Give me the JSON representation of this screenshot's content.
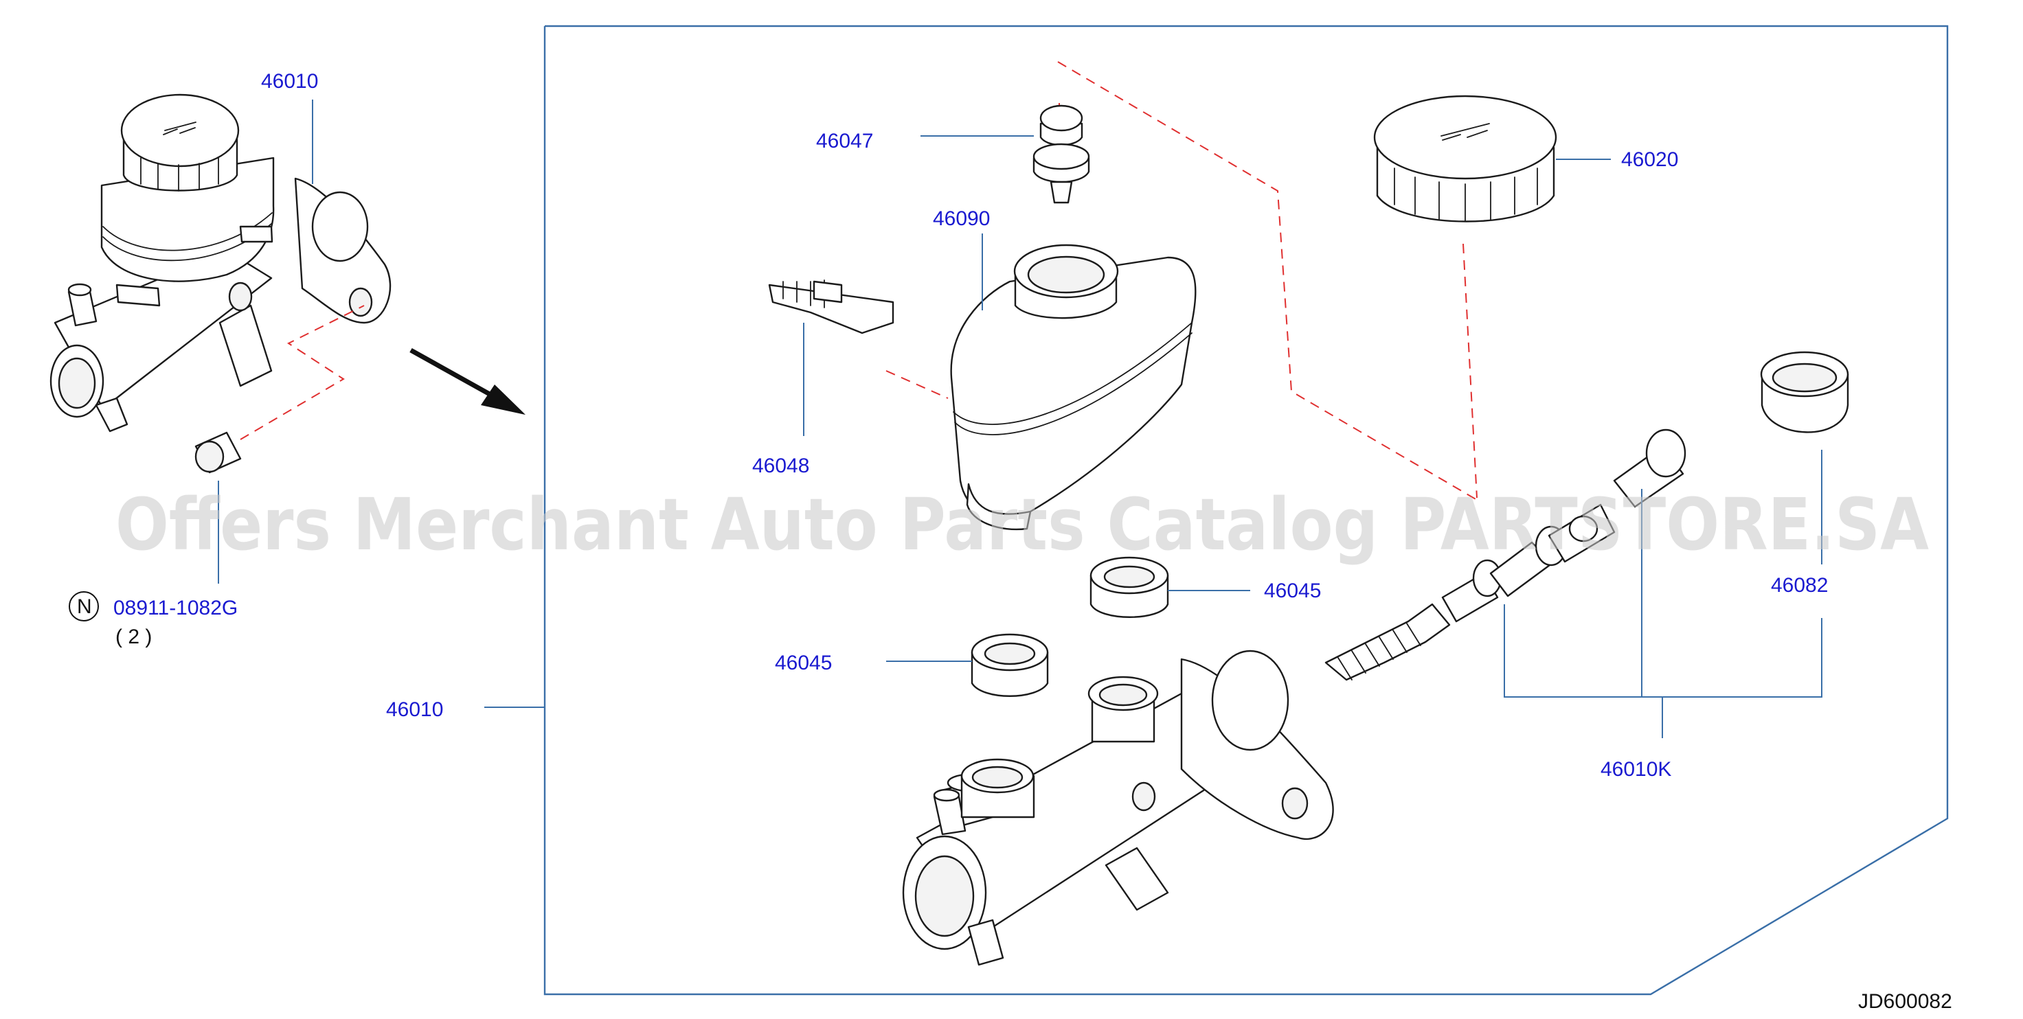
{
  "watermark": "Offers Merchant Auto Parts Catalog PARTSTORE.SA",
  "diagram_code": "JD600082",
  "labels": {
    "assembly_left": "46010",
    "assembly_main": "46010",
    "cap": "46020",
    "filter_pin": "46047",
    "reservoir": "46090",
    "sensor": "46048",
    "grommet_right": "46045",
    "grommet_left": "46045",
    "seal_ring": "46082",
    "repair_kit": "46010K",
    "nut_part": "08911-1082G",
    "nut_qty": "( 2 )",
    "nut_symbol": "N"
  },
  "colors": {
    "label": "#1a1ad0",
    "leader": "#3a6fa8",
    "dashed_guide": "#e03030",
    "watermark": "#c9c9c9"
  }
}
